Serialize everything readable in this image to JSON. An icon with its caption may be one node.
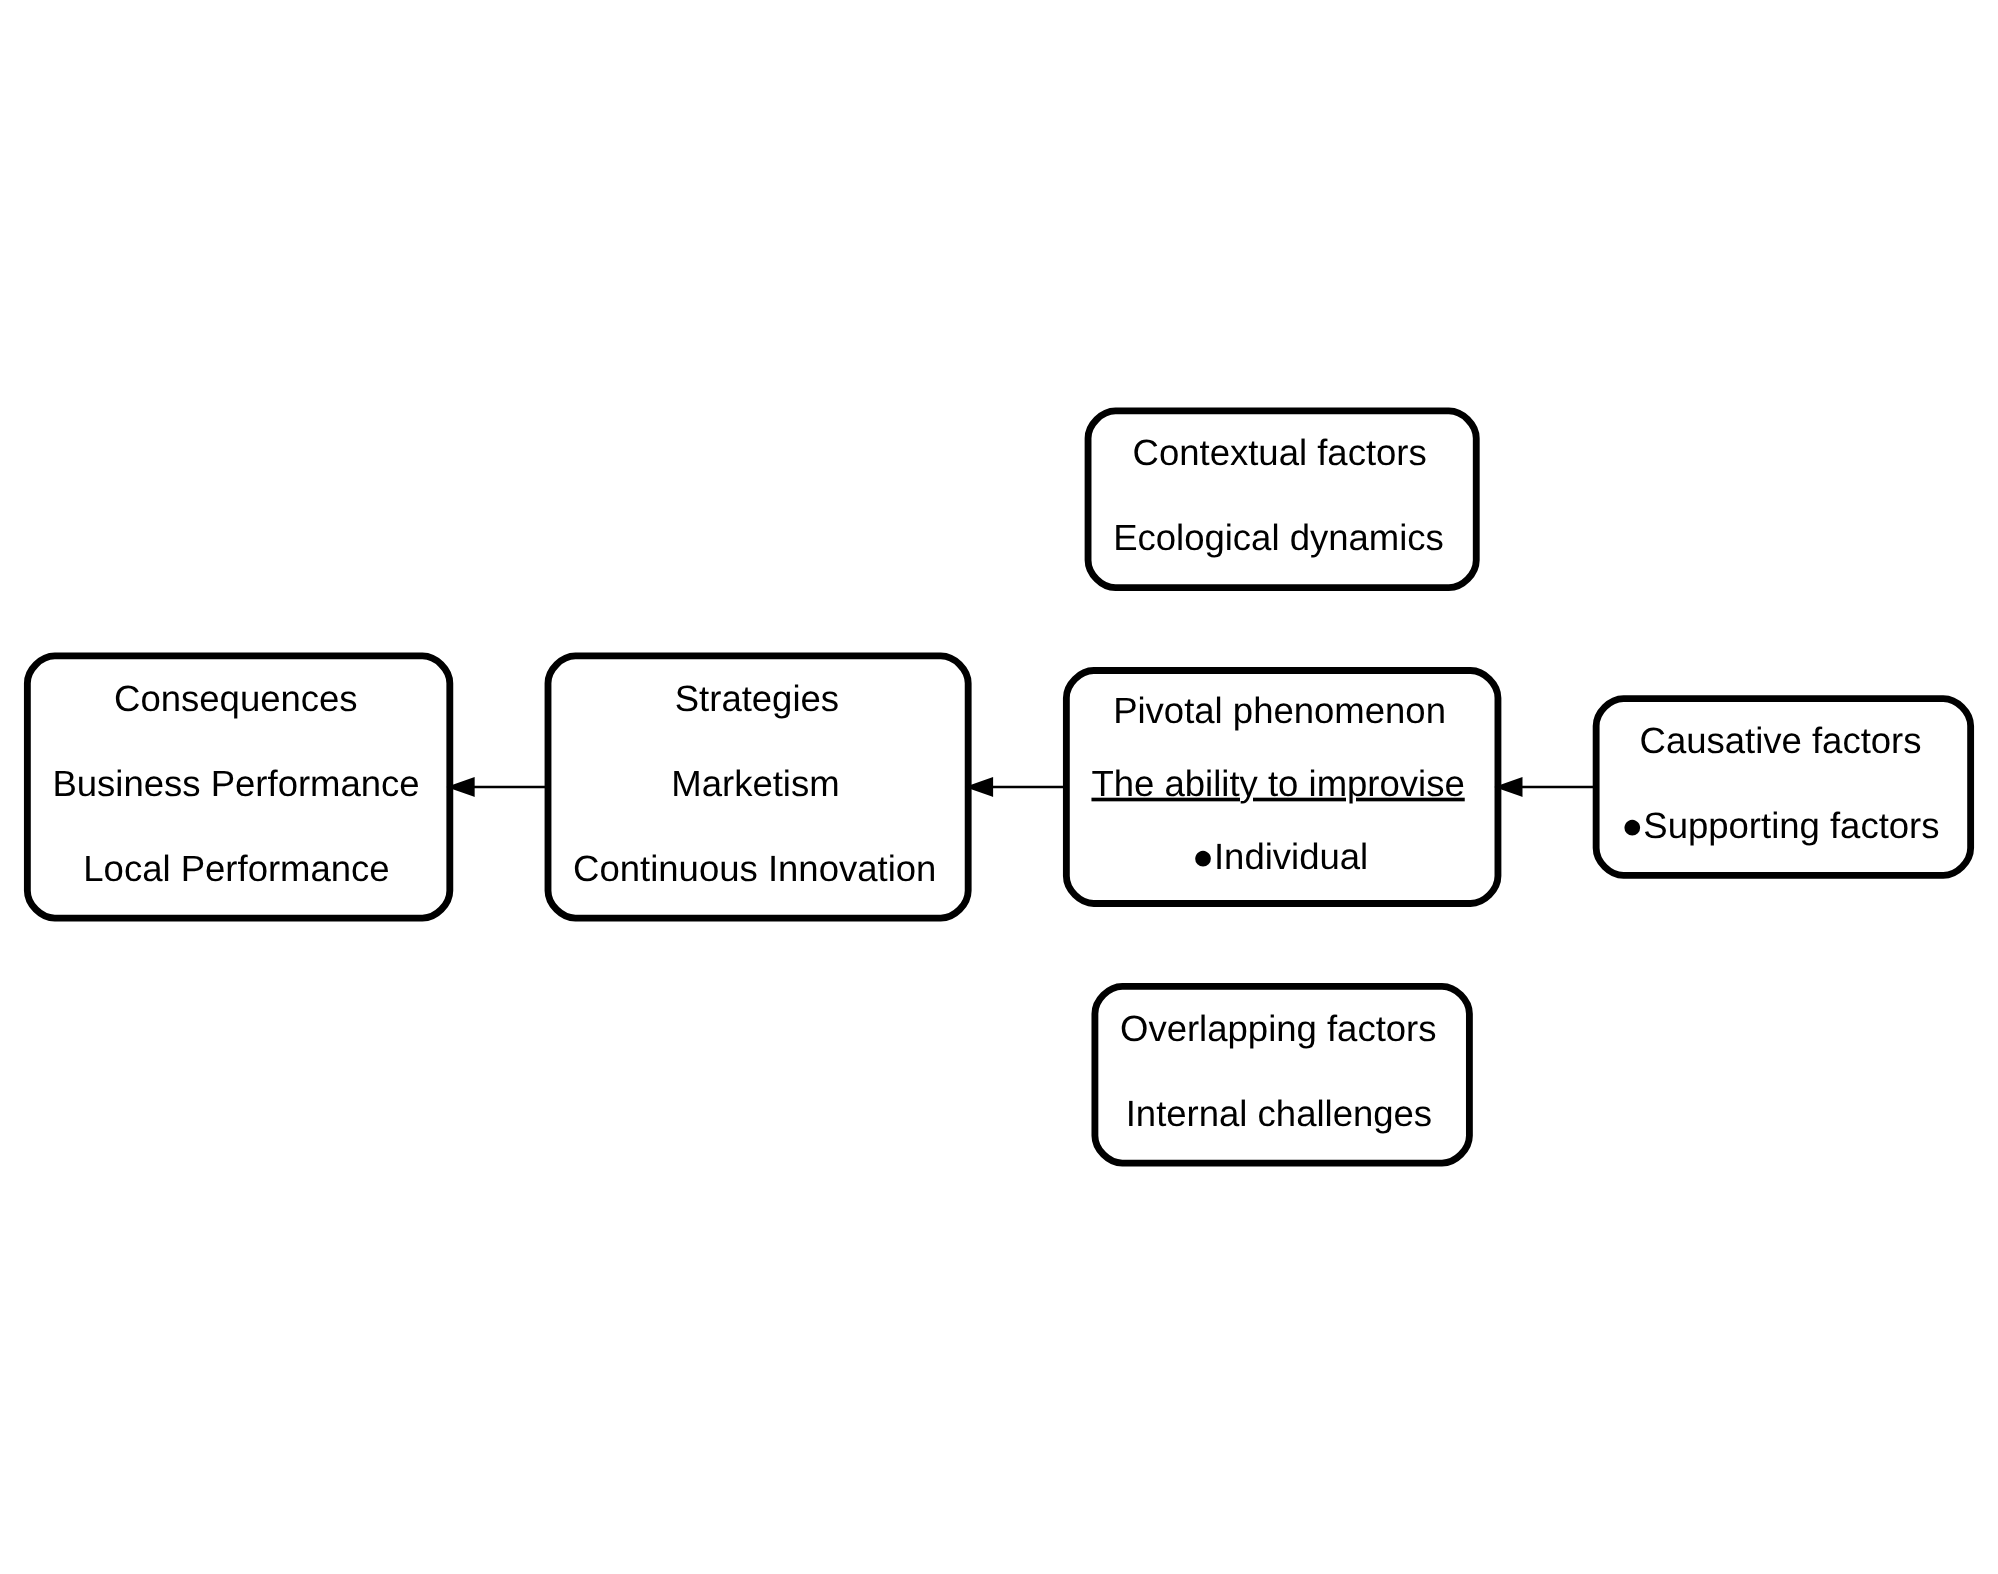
{
  "diagram": {
    "nodes": [
      {
        "text": [
          "Contextual factors",
          "Ecological dynamics"
        ]
      },
      {
        "text": [
          "Consequences",
          "Business Performance",
          "Local Performance"
        ]
      },
      {
        "text": [
          "Strategies",
          "Marketism",
          "Continuous Innovation"
        ]
      },
      {
        "text": [
          "Pivotal phenomenon",
          "The ability to improvise",
          "●Individual"
        ]
      },
      {
        "text": [
          "Causative factors",
          "●Supporting factors"
        ]
      },
      {
        "text": [
          "Overlapping factors",
          "Internal challenges"
        ]
      }
    ],
    "edges": [
      {
        "from": 4,
        "to": 3,
        "arrow": "to"
      },
      {
        "from": 3,
        "to": 2,
        "arrow": "to"
      },
      {
        "from": 2,
        "to": 1,
        "arrow": "to"
      }
    ]
  }
}
